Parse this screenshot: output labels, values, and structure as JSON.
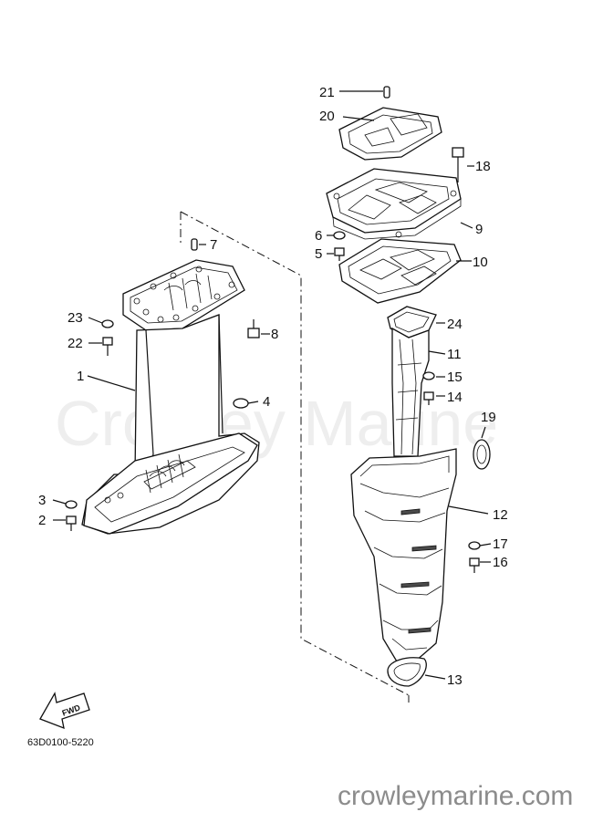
{
  "watermark": {
    "center_text": "Crowley Marine",
    "bottom_text": "crowleymarine.com"
  },
  "drawing": {
    "part_number": "63D0100-5220",
    "direction_label": "FWD"
  },
  "callouts": {
    "c1": "1",
    "c2": "2",
    "c3": "3",
    "c4": "4",
    "c5": "5",
    "c6": "6",
    "c7": "7",
    "c8": "8",
    "c9": "9",
    "c10": "10",
    "c11": "11",
    "c12": "12",
    "c13": "13",
    "c14": "14",
    "c15": "15",
    "c16": "16",
    "c17": "17",
    "c18": "18",
    "c19": "19",
    "c20": "20",
    "c21": "21",
    "c22": "22",
    "c23": "23",
    "c24": "24"
  }
}
